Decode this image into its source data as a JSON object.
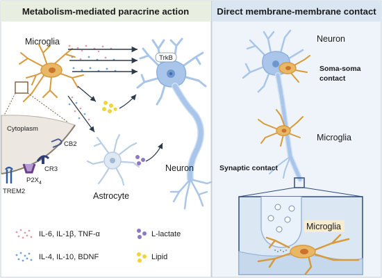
{
  "left_panel": {
    "title": "Metabolism-mediated paracrine action",
    "labels": {
      "microglia": "Microglia",
      "trkb": "TrkB",
      "cytoplasm": "Cytoplasm",
      "cb2": "CB2",
      "cr3": "CR3",
      "p2x4_main": "P2X",
      "p2x4_sub": "4",
      "trem2": "TREM2",
      "astrocyte": "Astrocyte",
      "neuron": "Neuron"
    },
    "legend": {
      "pro_inflammatory": "IL-6, IL-1β, TNF-α",
      "anti_inflammatory": "IL-4, IL-10, BDNF",
      "l_lactate": "L-lactate",
      "lipid": "Lipid"
    }
  },
  "right_panel": {
    "title": "Direct membrane-membrane contact",
    "labels": {
      "neuron": "Neuron",
      "soma_soma_line1": "Soma-soma",
      "soma_soma_line2": "contact",
      "microglia": "Microglia",
      "synaptic_contact": "Synaptic  contact",
      "microglia_inset": "Microglia"
    }
  },
  "colors": {
    "left_header_bg": "#e8eee0",
    "right_header_bg": "#d9e6f2",
    "right_panel_bg": "#eef4fa",
    "neuron_blue": "#a9c6ea",
    "microglia_orange": "#e9b866",
    "astrocyte_blue": "#d5e2f0",
    "pro_dots": "#e59aa8",
    "anti_dots": "#6fa3dc",
    "lactate": "#8f78c3",
    "lipid": "#f0d53a"
  },
  "icons": [
    "arrow-right-icon",
    "zoom-box-icon",
    "receptor-icon",
    "vesicle-icon"
  ]
}
